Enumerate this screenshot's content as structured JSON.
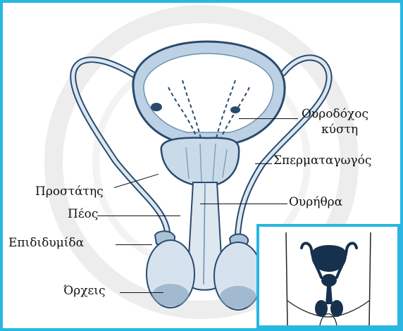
{
  "labels": {
    "bladder_line1": "Ουροδόχος",
    "bladder_line2": "κύστη",
    "vas_deferens": "Σπερματαγωγός",
    "prostate": "Προστάτης",
    "urethra": "Ουρήθρα",
    "penis": "Πέος",
    "epididymis": "Επιδιδυμίδα",
    "testes": "Όρχεις"
  },
  "colors": {
    "frame": "#29b6e3",
    "organ_fill": "#c9dbe9",
    "organ_stroke": "#2a4a6e",
    "inset_fill": "#17304e",
    "watermark": "#ececec"
  }
}
